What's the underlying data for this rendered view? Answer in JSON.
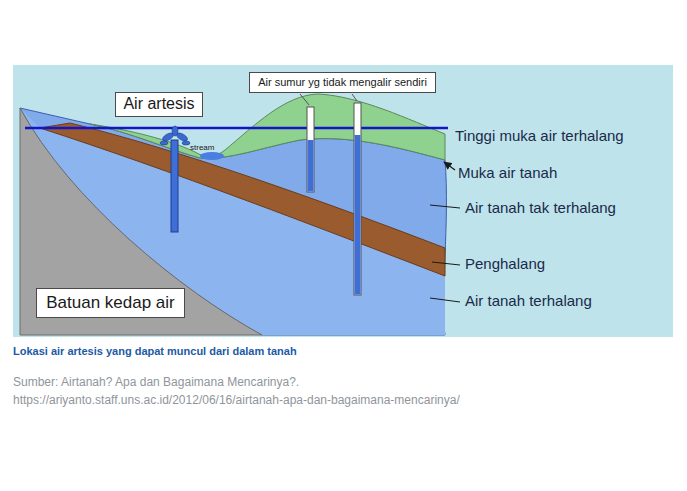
{
  "diagram": {
    "caption": "Lokasi air artesis yang dapat muncul dari dalam tanah",
    "nodes": [
      {
        "text": [
          "Air artesis"
        ]
      },
      {
        "text": [
          "Air sumur yg tidak mengalir sendiri"
        ]
      },
      {
        "text": [
          "Batuan kedap air"
        ]
      }
    ],
    "labels": [
      "stream",
      "Tinggi muka air terhalang",
      "Muka air tanah",
      "Air tanah tak terhalang",
      "Penghalang",
      "Air tanah terhalang",
      "Sumber: Airtanah? Apa dan Bagaimana Mencarinya?.",
      "https://ariyanto.staff.uns.ac.id/2012/06/16/airtanah-apa-dan-bagaimana-mencarinya/"
    ]
  }
}
